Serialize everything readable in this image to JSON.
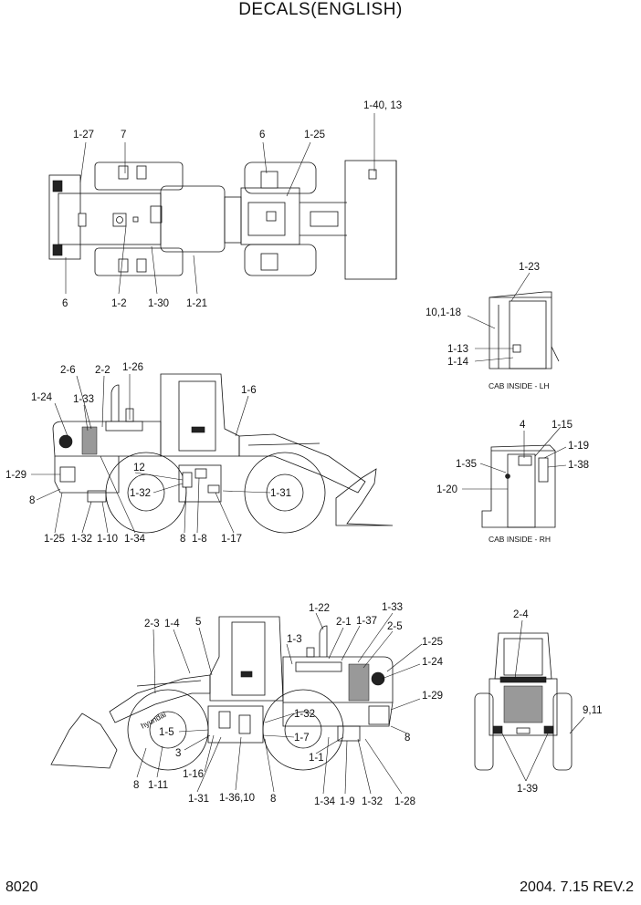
{
  "title": "DECALS(ENGLISH)",
  "page_number": "8020",
  "date_rev": "2004. 7.15  REV.2",
  "views": {
    "top": {
      "labels": [
        "1-27",
        "7",
        "6",
        "1-25",
        "1-40, 13",
        "6",
        "1-2",
        "1-30",
        "1-21"
      ]
    },
    "cab_lh": {
      "caption": "CAB INSIDE - LH",
      "labels": [
        "1-23",
        "10,1-18",
        "1-13",
        "1-14"
      ]
    },
    "cab_rh": {
      "caption": "CAB INSIDE - RH",
      "labels": [
        "4",
        "1-15",
        "1-19",
        "1-35",
        "1-38",
        "1-20"
      ]
    },
    "side_left": {
      "labels": [
        "2-6",
        "2-2",
        "1-26",
        "1-24",
        "1-33",
        "1-6",
        "1-29",
        "12",
        "1-32",
        "1-31",
        "8",
        "1-25",
        "1-32",
        "1-10",
        "1-34",
        "8",
        "1-8",
        "1-17"
      ]
    },
    "side_right": {
      "labels": [
        "1-22",
        "1-33",
        "2-3",
        "1-4",
        "5",
        "2-1",
        "1-37",
        "2-5",
        "1-3",
        "1-25",
        "1-24",
        "1-29",
        "1-32",
        "1-5",
        "1-7",
        "3",
        "8",
        "1-16",
        "1-1",
        "8",
        "1-11",
        "1-31",
        "1-36,10",
        "8",
        "1-34",
        "1-9",
        "1-32",
        "1-28"
      ]
    },
    "rear": {
      "labels": [
        "2-4",
        "9,11",
        "1-39"
      ]
    }
  }
}
